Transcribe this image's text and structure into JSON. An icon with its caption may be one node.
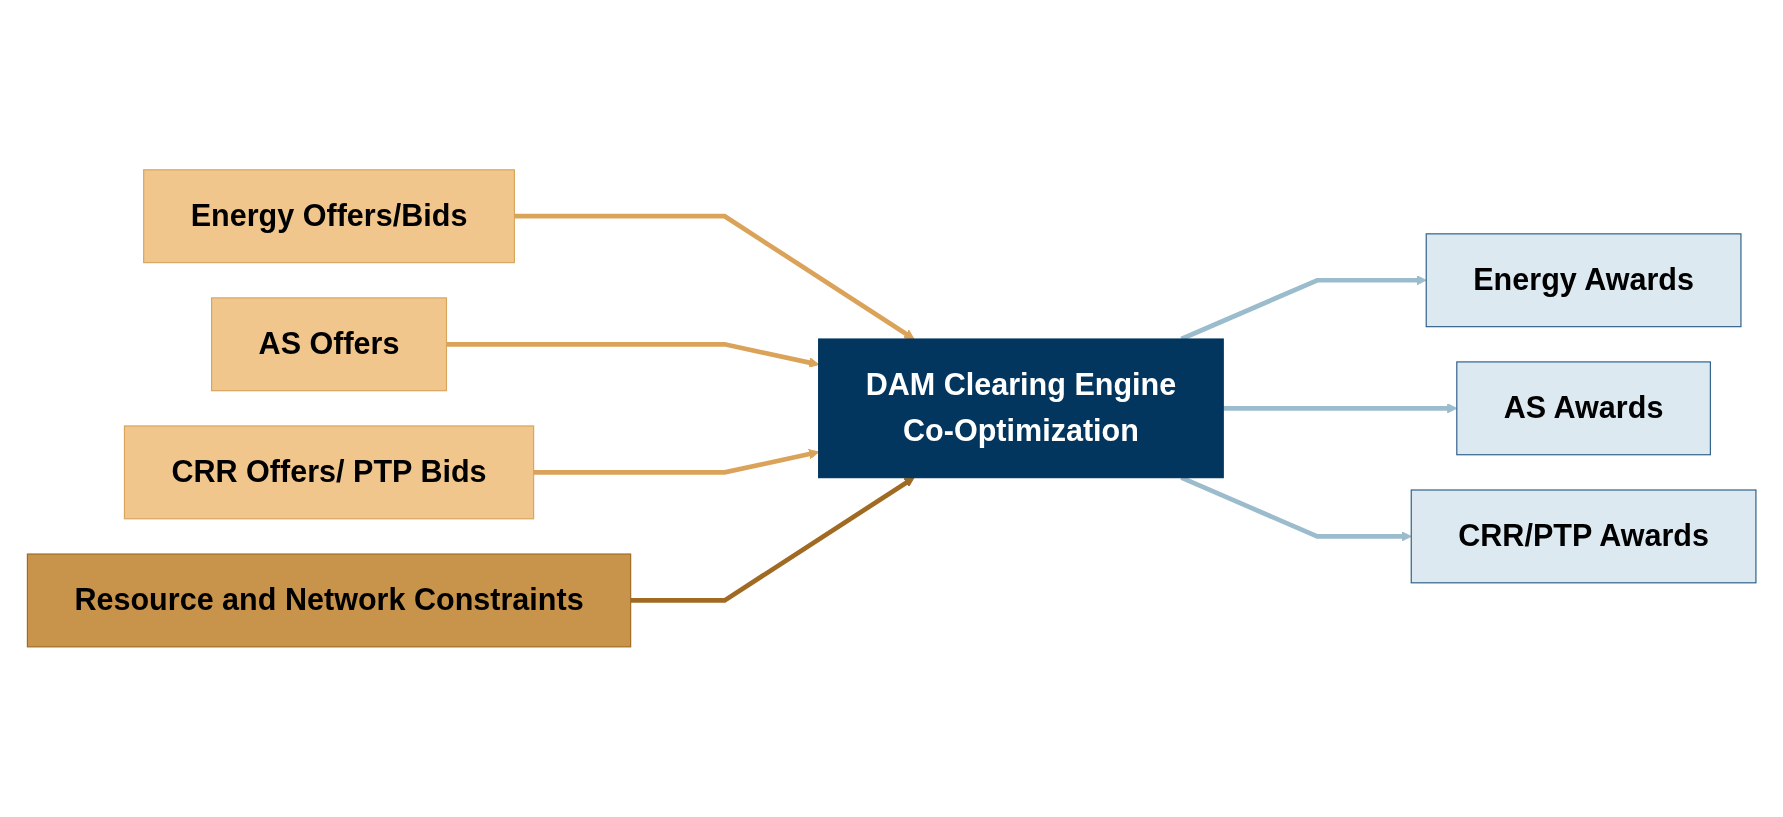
{
  "diagram": {
    "nodes": [
      {
        "text": [
          "Energy Offers/Bids"
        ]
      },
      {
        "text": [
          "AS Offers"
        ]
      },
      {
        "text": [
          "CRR Offers/ PTP Bids"
        ]
      },
      {
        "text": [
          "Resource and Network Constraints"
        ]
      },
      {
        "text": [
          "DAM Clearing Engine",
          "Co-Optimization"
        ]
      },
      {
        "text": [
          "Energy Awards"
        ]
      },
      {
        "text": [
          "AS Awards"
        ]
      },
      {
        "text": [
          "CRR/PTP Awards"
        ]
      }
    ],
    "edges": [
      {
        "from": 0,
        "to": 4,
        "arrow": "to",
        "color": "#dba35a"
      },
      {
        "from": 1,
        "to": 4,
        "arrow": "to",
        "color": "#dba35a"
      },
      {
        "from": 2,
        "to": 4,
        "arrow": "to",
        "color": "#dba35a"
      },
      {
        "from": 3,
        "to": 4,
        "arrow": "to",
        "color": "#a06a22"
      },
      {
        "from": 4,
        "to": 5,
        "arrow": "to",
        "color": "#9bbccc"
      },
      {
        "from": 4,
        "to": 6,
        "arrow": "to",
        "color": "#9bbccc"
      },
      {
        "from": 4,
        "to": 7,
        "arrow": "to",
        "color": "#9bbccc"
      }
    ]
  }
}
